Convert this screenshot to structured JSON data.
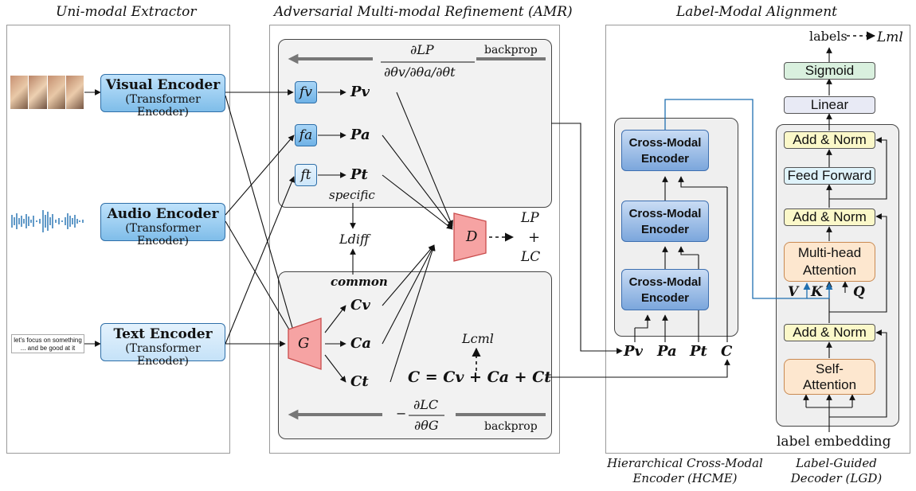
{
  "titles": {
    "uni_modal": "Uni-modal Extractor",
    "amr": "Adversarial Multi-modal Refinement (AMR)",
    "alignment": "Label-Modal Alignment",
    "hcme": "Hierarchical Cross-Modal Encoder (HCME)",
    "lgd": "Label-Guided Decoder (LGD)"
  },
  "encoders": {
    "visual": {
      "name": "Visual Encoder",
      "sub": "(Transformer Encoder)"
    },
    "audio": {
      "name": "Audio Encoder",
      "sub": "(Transformer Encoder)"
    },
    "text": {
      "name": "Text Encoder",
      "sub": "(Transformer Encoder)"
    }
  },
  "text_input": {
    "line1": "let's focus on something",
    "line2": "... and be good at it"
  },
  "amr": {
    "f_v": "fv",
    "f_a": "fa",
    "f_t": "ft",
    "p_v": "Pv",
    "p_a": "Pa",
    "p_t": "Pt",
    "specific": "specific",
    "common": "common",
    "l_diff": "Ldiff",
    "g": "G",
    "d": "D",
    "c_v": "Cv",
    "c_a": "Ca",
    "c_t": "Ct",
    "l_cml": "Lcml",
    "c_sum": "C = Cv + Ca + Ct",
    "backprop": "backprop",
    "top_grad_num": "∂LP",
    "top_grad_den": "∂θv/∂θa/∂θt",
    "bottom_grad_num": "∂LC",
    "bottom_grad_den": "∂θG",
    "d_out_p": "LP",
    "d_out_plus": "+",
    "d_out_c": "LC"
  },
  "hcme": {
    "blocks": [
      "Cross-Modal Encoder",
      "Cross-Modal Encoder",
      "Cross-Modal Encoder"
    ],
    "inputs": [
      "Pv",
      "Pa",
      "Pt",
      "C"
    ]
  },
  "lgd": {
    "labels_out": "labels",
    "l_ml": "Lml",
    "sigmoid": "Sigmoid",
    "linear": "Linear",
    "add_norm": "Add & Norm",
    "feed_forward": "Feed Forward",
    "mha_line1": "Multi-head",
    "mha_line2": "Attention",
    "self_line1": "Self-",
    "self_line2": "Attention",
    "v": "V",
    "k": "K",
    "q": "Q",
    "label_embedding": "label embedding"
  },
  "colors": {
    "encoder_blue": "#7fbde9",
    "cross_modal_blue": "#7ba6dc",
    "d_g_red": "#f28e8e",
    "add_norm_yellow": "#fbf8c9",
    "sigmoid_green": "#d9f0de",
    "attention_orange": "#fde7cf",
    "link_blue": "#1f6fb0"
  },
  "icons": [
    "video-frames-icon",
    "audio-waveform-icon"
  ]
}
